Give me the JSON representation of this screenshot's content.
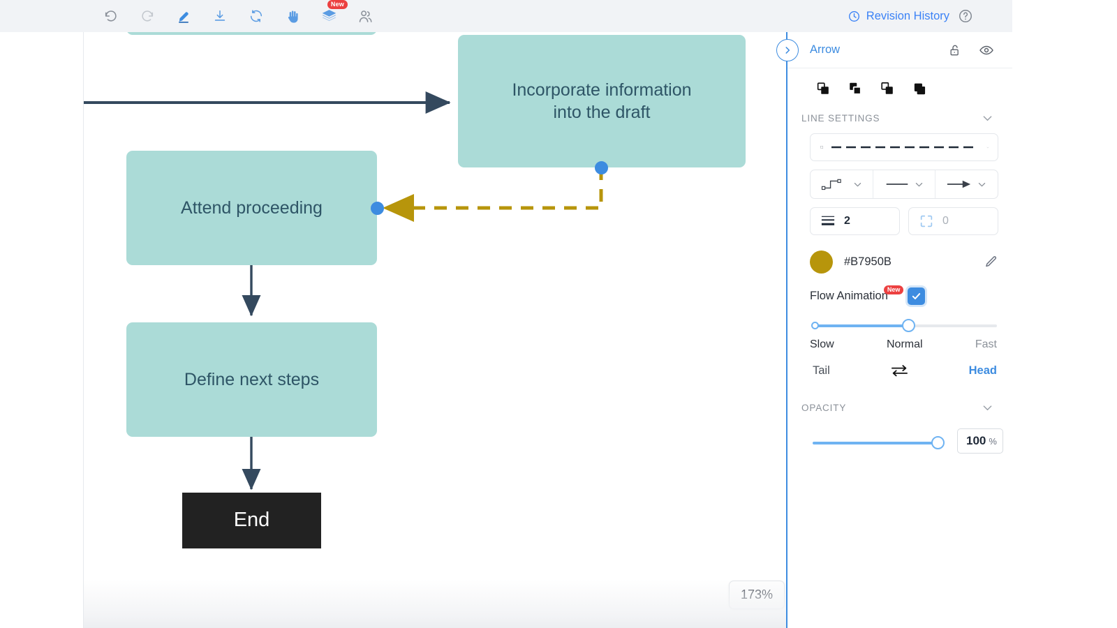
{
  "toolbar": {
    "tools": [
      {
        "name": "undo-icon",
        "label": "Undo",
        "state": "enabled"
      },
      {
        "name": "redo-icon",
        "label": "Redo",
        "state": "disabled"
      },
      {
        "name": "pen-icon",
        "label": "Pen",
        "state": "active"
      },
      {
        "name": "download-icon",
        "label": "Download",
        "state": "enabled"
      },
      {
        "name": "sync-icon",
        "label": "Sync",
        "state": "enabled"
      },
      {
        "name": "hand-icon",
        "label": "Pan",
        "state": "enabled"
      },
      {
        "name": "layers-icon",
        "label": "Layers",
        "state": "enabled",
        "badge": "New"
      },
      {
        "name": "collaborators-icon",
        "label": "Collaborators",
        "state": "enabled"
      }
    ],
    "revision_history_label": "Revision History",
    "help_label": "Help"
  },
  "canvas": {
    "zoom_level": "173%",
    "nodes": [
      {
        "id": "partial-top",
        "label": "",
        "shape": "rounded-rect",
        "fill": "#abdbd7"
      },
      {
        "id": "incorporate",
        "label": "Incorporate information into the draft",
        "line1": "Incorporate information",
        "line2": "into the draft",
        "shape": "rounded-rect",
        "fill": "#abdbd7",
        "text_color": "#2e5566"
      },
      {
        "id": "attend",
        "label": "Attend proceeding",
        "shape": "rounded-rect",
        "fill": "#abdbd7",
        "text_color": "#2e5566"
      },
      {
        "id": "define",
        "label": "Define next steps",
        "shape": "rounded-rect",
        "fill": "#abdbd7",
        "text_color": "#2e5566"
      },
      {
        "id": "end",
        "label": "End",
        "shape": "rect",
        "fill": "#222222",
        "text_color": "#ffffff"
      }
    ],
    "edges": [
      {
        "id": "e1",
        "from": "offscreen-left",
        "to": "incorporate",
        "color": "#34495e",
        "style": "solid",
        "selected": false
      },
      {
        "id": "e2",
        "from": "incorporate",
        "to": "attend",
        "color": "#B7950B",
        "style": "dashed",
        "selected": true
      },
      {
        "id": "e3",
        "from": "attend",
        "to": "define",
        "color": "#34495e",
        "style": "solid",
        "selected": false
      },
      {
        "id": "e4",
        "from": "define",
        "to": "end",
        "color": "#34495e",
        "style": "solid",
        "selected": false
      }
    ]
  },
  "panel": {
    "title": "Arrow",
    "collapse_icon": "chevron-right-icon",
    "lock_icon": "unlock-icon",
    "visibility_icon": "eye-icon",
    "arrange_buttons": [
      {
        "name": "bring-to-front-icon",
        "label": "Bring to Front"
      },
      {
        "name": "bring-forward-icon",
        "label": "Bring Forward"
      },
      {
        "name": "send-backward-icon",
        "label": "Send Backward"
      },
      {
        "name": "send-to-back-icon",
        "label": "Send to Back"
      }
    ],
    "line_settings": {
      "section_label": "LINE SETTINGS",
      "dash_style": "dashed",
      "connector_type": "elbow",
      "start_cap": "none",
      "end_cap": "arrow",
      "thickness_icon": "thickness-icon",
      "thickness_value": "2",
      "corner_icon": "corner-radius-icon",
      "corner_value": "0",
      "color_hex": "#B7950B",
      "color_edit_icon": "pencil-icon",
      "flow_animation_label": "Flow Animation",
      "flow_animation_badge": "New",
      "flow_animation_checked": true,
      "speed_slow_label": "Slow",
      "speed_normal_label": "Normal",
      "speed_fast_label": "Fast",
      "speed_selected": "Normal",
      "tail_label": "Tail",
      "swap_icon": "swap-icon",
      "head_label": "Head",
      "direction_selected": "Head"
    },
    "opacity": {
      "section_label": "OPACITY",
      "value": "100",
      "unit": "%"
    }
  },
  "colors": {
    "accent_blue": "#3d8ce0",
    "gold": "#B7950B",
    "teal": "#abdbd7",
    "dark_navy": "#34495e",
    "toolbar_bg": "#f1f3f6"
  }
}
